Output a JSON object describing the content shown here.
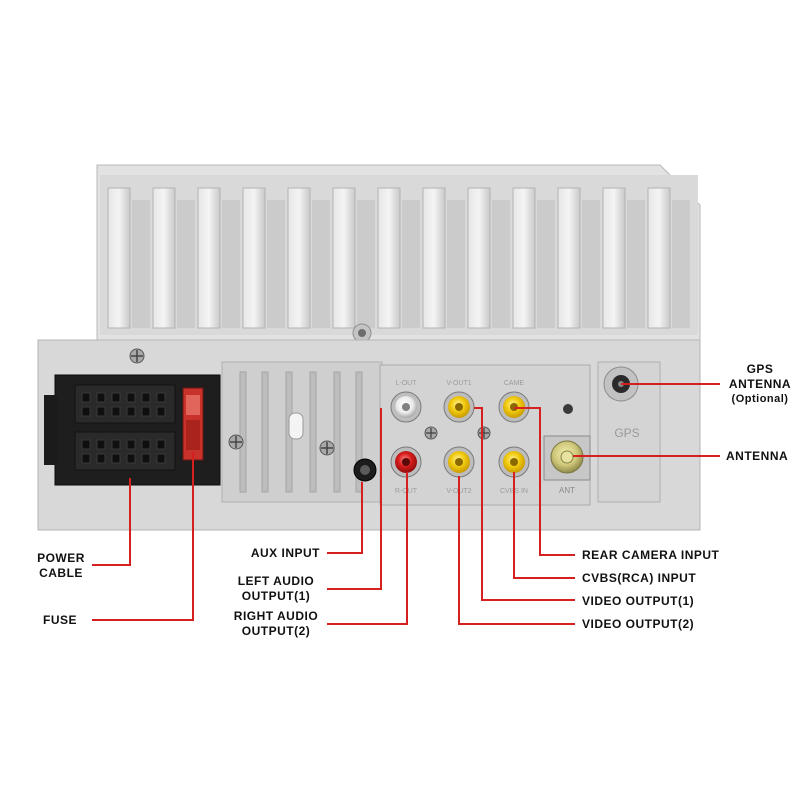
{
  "panel": {
    "gps_print": "GPS",
    "ant_print": "ANT",
    "jack_top_prints": [
      "L-OUT",
      "V-OUT1",
      "CAME"
    ],
    "jack_bottom_prints": [
      "R-OUT",
      "V-OUT2",
      "CVBS IN"
    ]
  },
  "callouts": {
    "power_cable": [
      "POWER",
      "CABLE"
    ],
    "fuse": "FUSE",
    "aux_input": "AUX INPUT",
    "left_audio": [
      "LEFT AUDIO",
      "OUTPUT(1)"
    ],
    "right_audio": [
      "RIGHT AUDIO",
      "OUTPUT(2)"
    ],
    "gps_antenna": [
      "GPS",
      "ANTENNA",
      "(Optional)"
    ],
    "antenna": "ANTENNA",
    "rear_camera": "REAR CAMERA INPUT",
    "cvbs_input": "CVBS(RCA) INPUT",
    "video_output_1": "VIDEO OUTPUT(1)",
    "video_output_2": "VIDEO OUTPUT(2)"
  },
  "colors": {
    "callout_line": "#d62020",
    "panel": "#dcdcdc",
    "rca_yellow": "#f2cc10",
    "rca_red": "#d81c1c",
    "rca_white": "#f4f4f4",
    "connector": "#1c1c1c",
    "fuse": "#c8322a"
  }
}
